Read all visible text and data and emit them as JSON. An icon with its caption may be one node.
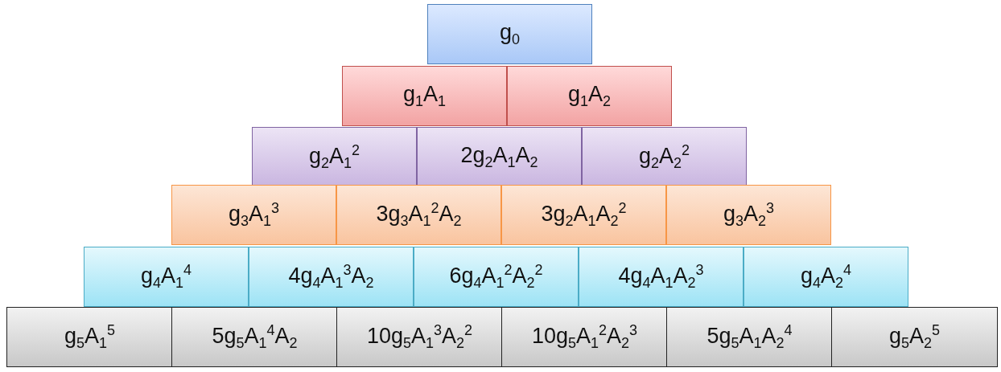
{
  "diagram": {
    "nodes": [
      {
        "text": [
          "g$_{0}$"
        ]
      },
      {
        "text": [
          "g$_{1}$A$_{1}$"
        ]
      },
      {
        "text": [
          "g$_{1}$A$_{2}$"
        ]
      },
      {
        "text": [
          "g$_{2}$A$_{1}$$^{2}$"
        ]
      },
      {
        "text": [
          "2g$_{2}$A$_{1}$A$_{2}$"
        ]
      },
      {
        "text": [
          "g$_{2}$A$_{2}$$^{2}$"
        ]
      },
      {
        "text": [
          "g$_{3}$A$_{1}$$^{3}$"
        ]
      },
      {
        "text": [
          "3g$_{3}$A$_{1}$$^{2}$A$_{2}$"
        ]
      },
      {
        "text": [
          "3g$_{2}$A$_{1}$A$_{2}$$^{2}$"
        ]
      },
      {
        "text": [
          "g$_{3}$A$_{2}$$^{3}$"
        ]
      },
      {
        "text": [
          "g$_{4}$A$_{1}$$^{4}$"
        ]
      },
      {
        "text": [
          "4g$_{4}$A$_{1}$$^{3}$A$_{2}$"
        ]
      },
      {
        "text": [
          "6g$_{4}$A$_{1}$$^{2}$A$_{2}$$^{2}$"
        ]
      },
      {
        "text": [
          "4g$_{4}$A$_{1}$A$_{2}$$^{3}$"
        ]
      },
      {
        "text": [
          "g$_{4}$A$_{2}$$^{4}$"
        ]
      },
      {
        "text": [
          "g$_{5}$A$_{1}$$^{5}$"
        ]
      },
      {
        "text": [
          "5g$_{5}$A$_{1}$$^{4}$A$_{2}$"
        ]
      },
      {
        "text": [
          "10g$_{5}$A$_{1}$$^{3}$A$_{2}$$^{2}$"
        ]
      },
      {
        "text": [
          "10g$_{5}$A$_{1}$$^{2}$A$_{2}$$^{3}$"
        ]
      },
      {
        "text": [
          "5g$_{5}$A$_{1}$A$_{2}$$^{4}$"
        ]
      },
      {
        "text": [
          "g$_{5}$A$_{2}$$^{5}$"
        ]
      }
    ]
  }
}
